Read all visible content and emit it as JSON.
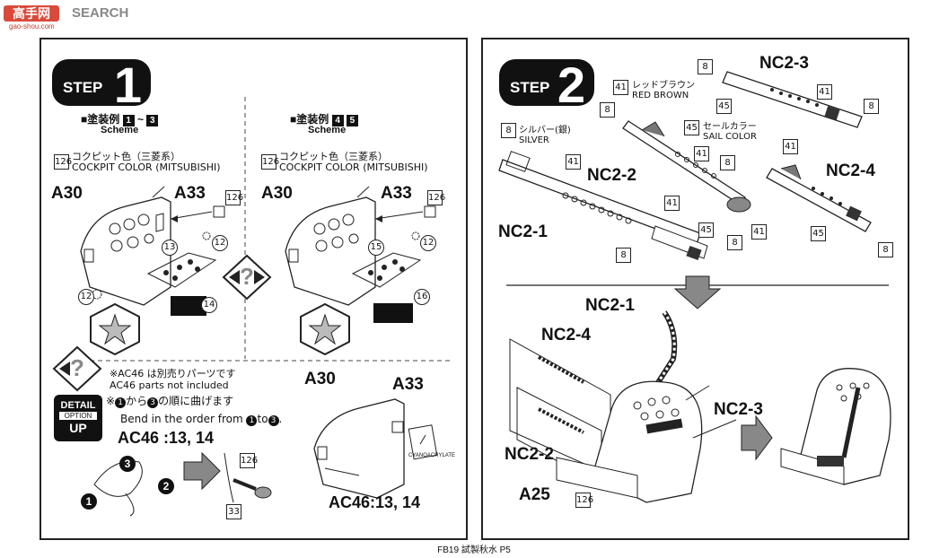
{
  "watermark": {
    "brand": "SEARCH",
    "site": "gao-shou.com"
  },
  "footer": "FB19 試製秋水 P5",
  "step1": {
    "step_word": "STEP",
    "step_num": "1",
    "left": {
      "scheme_jp": "■塗装例",
      "scheme_a": "1",
      "scheme_sep": "~",
      "scheme_b": "3",
      "scheme_en": "Scheme",
      "color_num": "126",
      "color_jp": "コクピット色（三菱系）",
      "color_en": "COCKPIT COLOR (MITSUBISHI)",
      "parts": {
        "a30": "A30",
        "a33": "A33",
        "p126": "126",
        "p12a": "12",
        "p12b": "12",
        "p13": "13",
        "p14": "14"
      }
    },
    "right": {
      "scheme_jp": "■塗装例",
      "scheme_a": "4",
      "scheme_b": "5",
      "scheme_en": "Scheme",
      "color_num": "126",
      "color_jp": "コクピット色（三菱系）",
      "color_en": "COCKPIT COLOR (MITSUBISHI)",
      "parts": {
        "a30": "A30",
        "a33": "A33",
        "p126": "126",
        "p12": "12",
        "p15": "15",
        "p16": "16"
      }
    },
    "detail": {
      "detail_word": "DETAIL",
      "option_word": "OPTION",
      "up_word": "UP",
      "note1_jp": "※AC46 は別売りパーツです",
      "note1_en": "AC46  parts not included",
      "note2_jp_a": "※",
      "note2_jp_b": "から",
      "note2_jp_c": "の順に曲げます",
      "note2_en": "Bend in the order from",
      "note2_en_to": "to",
      "ac46_label": "AC46 :13, 14",
      "p126": "126",
      "p33": "33",
      "n1": "1",
      "n2": "2",
      "n3": "3",
      "a30": "A30",
      "a33": "A33",
      "cyano": "CYANOACRYLATE",
      "ac46_label2": "AC46:13, 14"
    }
  },
  "step2": {
    "step_word": "STEP",
    "step_num": "2",
    "labels": {
      "nc23": "NC2-3",
      "nc22": "NC2-2",
      "nc24": "NC2-4",
      "nc21": "NC2-1"
    },
    "colors": [
      {
        "num": "8",
        "jp": "シルバー(銀)",
        "en": "SILVER"
      },
      {
        "num": "41",
        "jp": "レッドブラウン",
        "en": "RED BROWN"
      },
      {
        "num": "45",
        "jp": "セールカラー",
        "en": "SAIL COLOR"
      }
    ],
    "callouts": {
      "c8": "8",
      "c41": "41",
      "c45": "45"
    },
    "lower": {
      "nc21": "NC2-1",
      "nc24": "NC2-4",
      "nc23": "NC2-3",
      "nc22": "NC2-2",
      "a25": "A25",
      "p126": "126"
    }
  }
}
